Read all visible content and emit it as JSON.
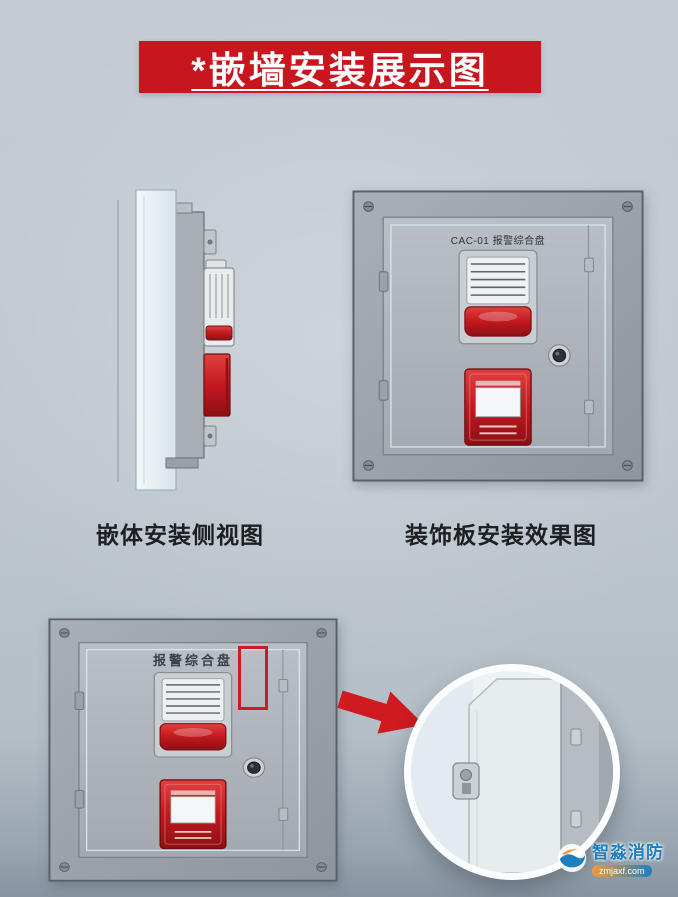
{
  "banner": {
    "title": "*嵌墙安装展示图"
  },
  "captions": {
    "side_view": "嵌体安装侧视图",
    "front_view": "装饰板安装效果图"
  },
  "panels": {
    "front_label": "CAC-01 报警综合盘",
    "bottom_label": "报警综合盘"
  },
  "watermark": {
    "brand": "智淼消防",
    "site": "zmjaxf.com"
  },
  "colors": {
    "background": "#bdc6cd",
    "banner_red": "#c8161e",
    "device_red": "#c2191f",
    "highlight_red": "#cf1a20",
    "panel_gray": "#9aa1a7",
    "wall_light": "#e9eff3",
    "brand_blue": "#1e7fc0",
    "brand_orange": "#f29b38"
  }
}
